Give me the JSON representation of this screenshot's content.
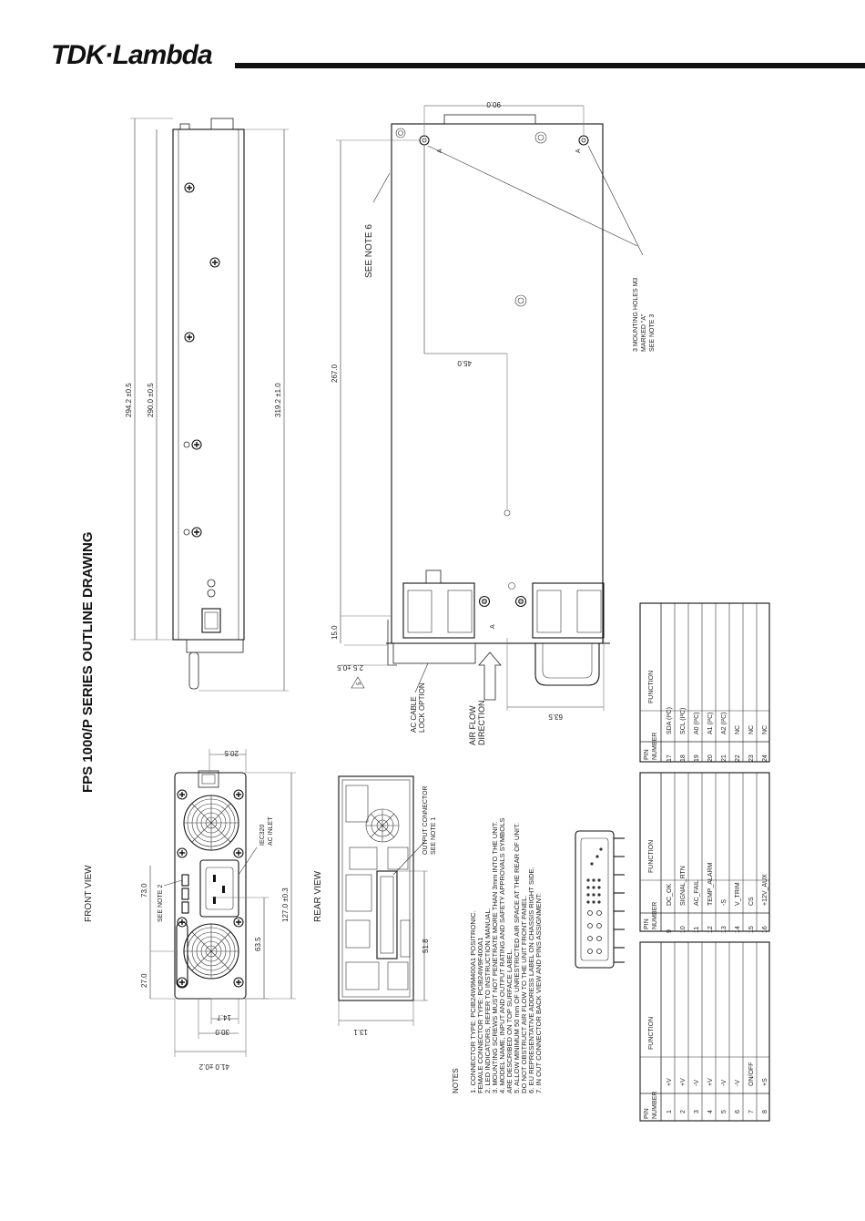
{
  "brand": {
    "logo": "TDK·Lambda"
  },
  "title": "FPS 1000/P SERIES OUTLINE DRAWING",
  "labels": {
    "front_view": "FRONT VIEW",
    "rear_view": "REAR VIEW",
    "see_note_6": "SEE NOTE 6",
    "see_note_2": "SEE NOTE 2",
    "iec_line1": "IEC320",
    "iec_line2": "AC INLET",
    "output_conn_line1": "OUTPUT CONNECTOR",
    "output_conn_line2": "SEE NOTE 1",
    "ac_cable_line1": "AC CABLE",
    "ac_cable_line2": "LOCK OPTION",
    "airflow_line1": "AIR FLOW",
    "airflow_line2": "DIRECTION",
    "mount_line1": "3 MOUNTING HOLES M3",
    "mount_line2": "MARKED \"A\"",
    "mount_line3": "SEE NOTE 3",
    "hole_mark": "A",
    "triangle_mark": "5"
  },
  "dims": {
    "d294": "294.2 ±0.5",
    "d290": "290.0 ±0.5",
    "d319": "319.2 ±1.0",
    "d90": "90.0",
    "d267": "267.0",
    "d45": "45.0",
    "d15": "15.0",
    "d25": "2.5 ±0.5",
    "d635_top": "63.5",
    "d205": "20.5",
    "d73": "73.0",
    "d27": "27.0",
    "d635": "63.5",
    "d127": "127.0 ±0.3",
    "d147": "14.7",
    "d30": "30.0",
    "d41": "41.0 ±0.2",
    "d518": "51.8",
    "d131": "13.1"
  },
  "notes": {
    "heading": "NOTES",
    "items": [
      "1. CONNECTOR TYPE: PCIB24W9M400A1 POSITRONIC.",
      "   FEMALE CONNECTOR TYPE: PCIB24W9F400A1",
      "2. LED INDICATORS, REFER TO INSTRUCTION MANUAL.",
      "3. MOUNTING SCREWS MUST NOT PENETRATE MORE THAN 3mm INTO THE UNIT.",
      "4. MODEL NAME, INPUT AND OUTPUT RATING AND SAFETY APPROVALS SYMBOLS",
      "   ARE DESCRIBED ON TOP SURFACE LABEL.",
      "5. ALLOW MINIMUM 50 mm OF UNRESTRICTED AIR SPACE AT THE REAR OF UNIT.",
      "   DO NOT OBSTRUCT AIR FLOW TO THE UNIT FRONT PANEL.",
      "6. EU REPRESENTATIVE ADDRESS LABEL ON CHASSIS RIGHT SIDE.",
      "7. IN OUT CONNECTOR BACK VIEW AND PINS ASSIGNMENT:"
    ]
  },
  "pin_tables": [
    {
      "h1": "PIN",
      "h2": "NUMBER",
      "h3": "FUNCTION",
      "rows": [
        [
          "1",
          "+V"
        ],
        [
          "2",
          "+V"
        ],
        [
          "3",
          "-V"
        ],
        [
          "4",
          "+V"
        ],
        [
          "5",
          "-V"
        ],
        [
          "6",
          "-V"
        ],
        [
          "7",
          "ON/OFF"
        ],
        [
          "8",
          "+S"
        ]
      ]
    },
    {
      "h1": "PIN",
      "h2": "NUMBER",
      "h3": "FUNCTION",
      "rows": [
        [
          "9",
          "DC_OK"
        ],
        [
          "10",
          "SIGNAL_RTN"
        ],
        [
          "11",
          "AC_FAIL"
        ],
        [
          "12",
          "TEMP_ALARM"
        ],
        [
          "13",
          "-S"
        ],
        [
          "14",
          "V_TRIM"
        ],
        [
          "15",
          "CS"
        ],
        [
          "16",
          "+12V_AUX"
        ]
      ]
    },
    {
      "h1": "PIN",
      "h2": "NUMBER",
      "h3": "FUNCTION",
      "rows": [
        [
          "17",
          "SDA (I²C)"
        ],
        [
          "18",
          "SCL (I²C)"
        ],
        [
          "19",
          "A0 (I²C)"
        ],
        [
          "20",
          "A1 (I²C)"
        ],
        [
          "21",
          "A2 (I²C)"
        ],
        [
          "22",
          "NC"
        ],
        [
          "23",
          "NC"
        ],
        [
          "24",
          "NC"
        ]
      ]
    }
  ]
}
